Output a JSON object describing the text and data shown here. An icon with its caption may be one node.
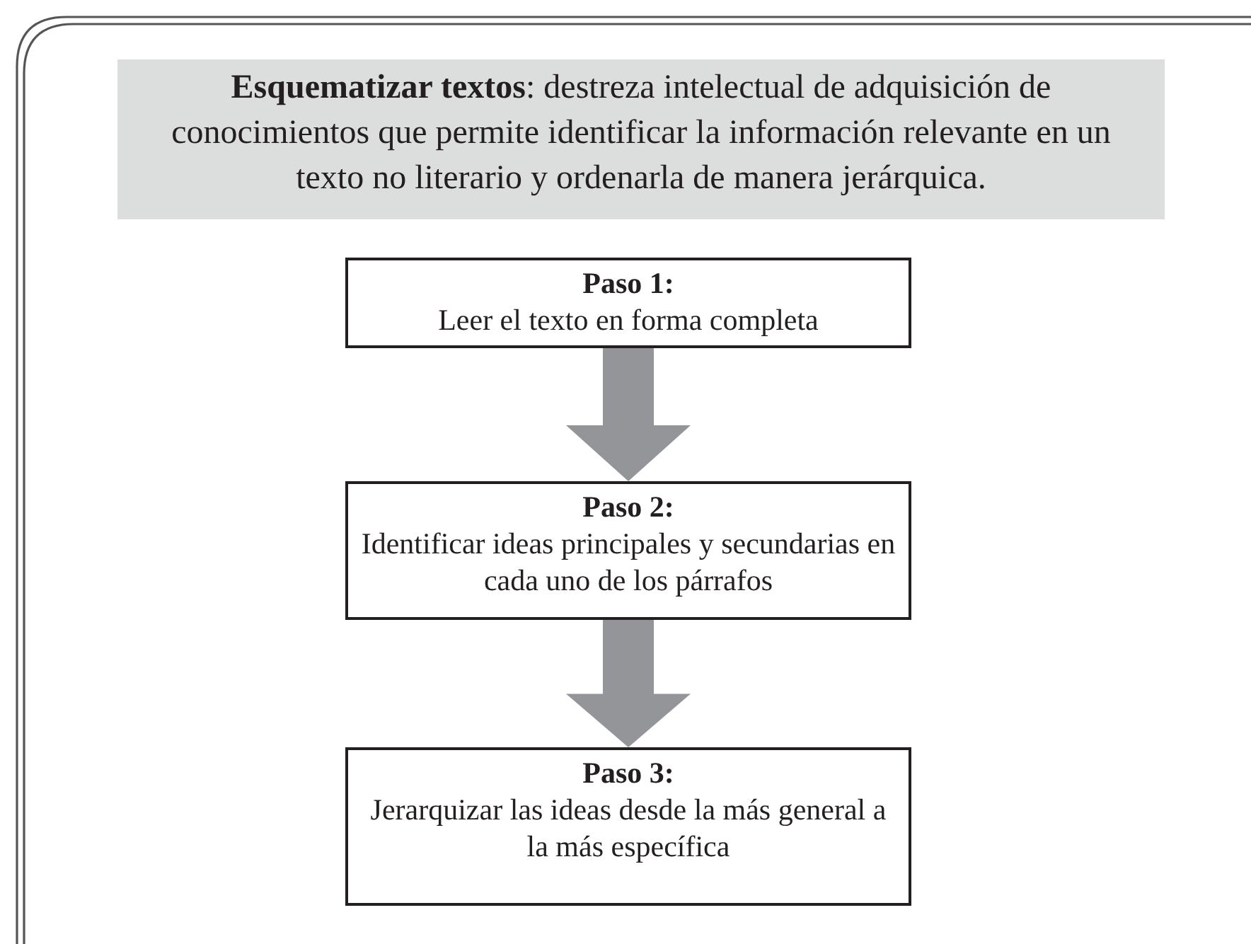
{
  "diagram": {
    "nodes": [
      {
        "text": [
          "**Esquematizar textos**: destreza intelectual de adquisición de conocimientos que permite identificar la información relevante en un texto no literario y ordenarla de manera jerárquica."
        ]
      },
      {
        "text": [
          "Paso 1:",
          "Leer el texto en forma completa"
        ]
      },
      {
        "text": [
          "Paso 2:",
          "Identificar ideas principales y secundarias en cada uno de los párrafos"
        ]
      },
      {
        "text": [
          "Paso 3:",
          "Jerarquizar las ideas desde la más general a la más específica"
        ]
      }
    ],
    "edges": [
      {
        "from": 1,
        "to": 2,
        "arrow": "to"
      },
      {
        "from": 2,
        "to": 3,
        "arrow": "to"
      }
    ]
  }
}
